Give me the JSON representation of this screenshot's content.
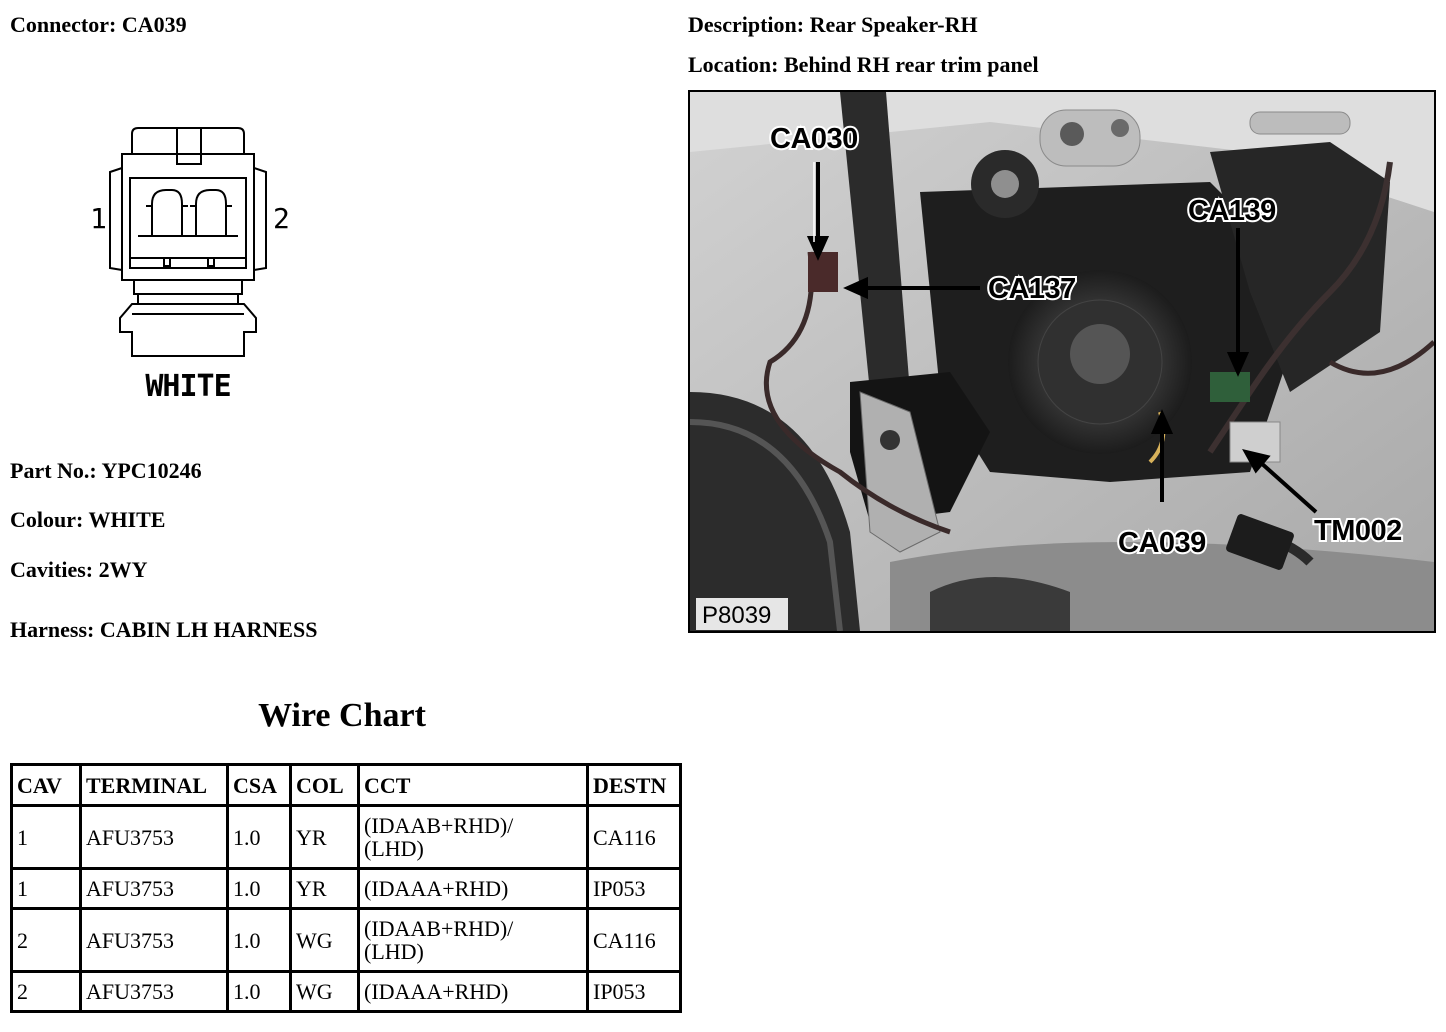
{
  "header": {
    "connector_label": "Connector:",
    "connector_value": "CA039",
    "description_label": "Description:",
    "description_value": "Rear Speaker-RH",
    "location_label": "Location:",
    "location_value": "Behind RH rear trim panel"
  },
  "connector_diagram": {
    "pin_left": "1",
    "pin_right": "2",
    "caption": "WHITE"
  },
  "details": {
    "part_label": "Part No.:",
    "part_value": "YPC10246",
    "colour_label": "Colour:",
    "colour_value": "WHITE",
    "cavities_label": "Cavities:",
    "cavities_value": "2WY",
    "harness_label": "Harness:",
    "harness_value": "CABIN LH HARNESS"
  },
  "photo": {
    "callouts": {
      "ca030": "CA030",
      "ca137": "CA137",
      "ca139": "CA139",
      "ca039": "CA039",
      "tm002": "TM002"
    },
    "figure_id": "P8039"
  },
  "wire_chart": {
    "title": "Wire Chart",
    "columns": [
      "CAV",
      "TERMINAL",
      "CSA",
      "COL",
      "CCT",
      "DESTN"
    ],
    "rows": [
      {
        "cav": "1",
        "terminal": "AFU3753",
        "csa": "1.0",
        "col": "YR",
        "cct_line1": "(IDAAB+RHD)/",
        "cct_line2": "(LHD)",
        "destn": "CA116"
      },
      {
        "cav": "1",
        "terminal": "AFU3753",
        "csa": "1.0",
        "col": "YR",
        "cct_line1": "(IDAAA+RHD)",
        "cct_line2": "",
        "destn": "IP053"
      },
      {
        "cav": "2",
        "terminal": "AFU3753",
        "csa": "1.0",
        "col": "WG",
        "cct_line1": "(IDAAB+RHD)/",
        "cct_line2": "(LHD)",
        "destn": "CA116"
      },
      {
        "cav": "2",
        "terminal": "AFU3753",
        "csa": "1.0",
        "col": "WG",
        "cct_line1": "(IDAAA+RHD)",
        "cct_line2": "",
        "destn": "IP053"
      }
    ]
  }
}
